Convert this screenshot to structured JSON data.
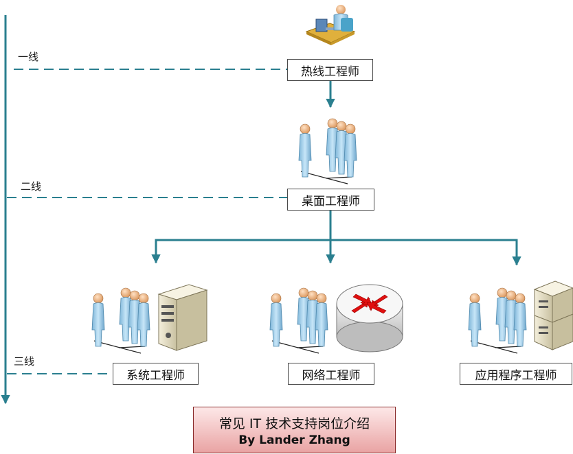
{
  "tiers": {
    "tier1": "一线",
    "tier2": "二线",
    "tier3": "三线"
  },
  "roles": {
    "hotline": "热线工程师",
    "desktop": "桌面工程师",
    "system": "系统工程师",
    "network": "网络工程师",
    "application": "应用程序工程师"
  },
  "caption": {
    "title": "常见 IT 技术支持岗位介绍",
    "author": "By Lander Zhang"
  },
  "colors": {
    "connector": "#2a7f8f",
    "dash": "#2a7f8f",
    "person": "#a9d3ec",
    "router_arrow": "#e01010",
    "caption_border": "#8a2b2b"
  },
  "icons": [
    "operator-desk-icon",
    "people-group-icon",
    "server-icon",
    "router-icon",
    "server-rack-icon"
  ]
}
